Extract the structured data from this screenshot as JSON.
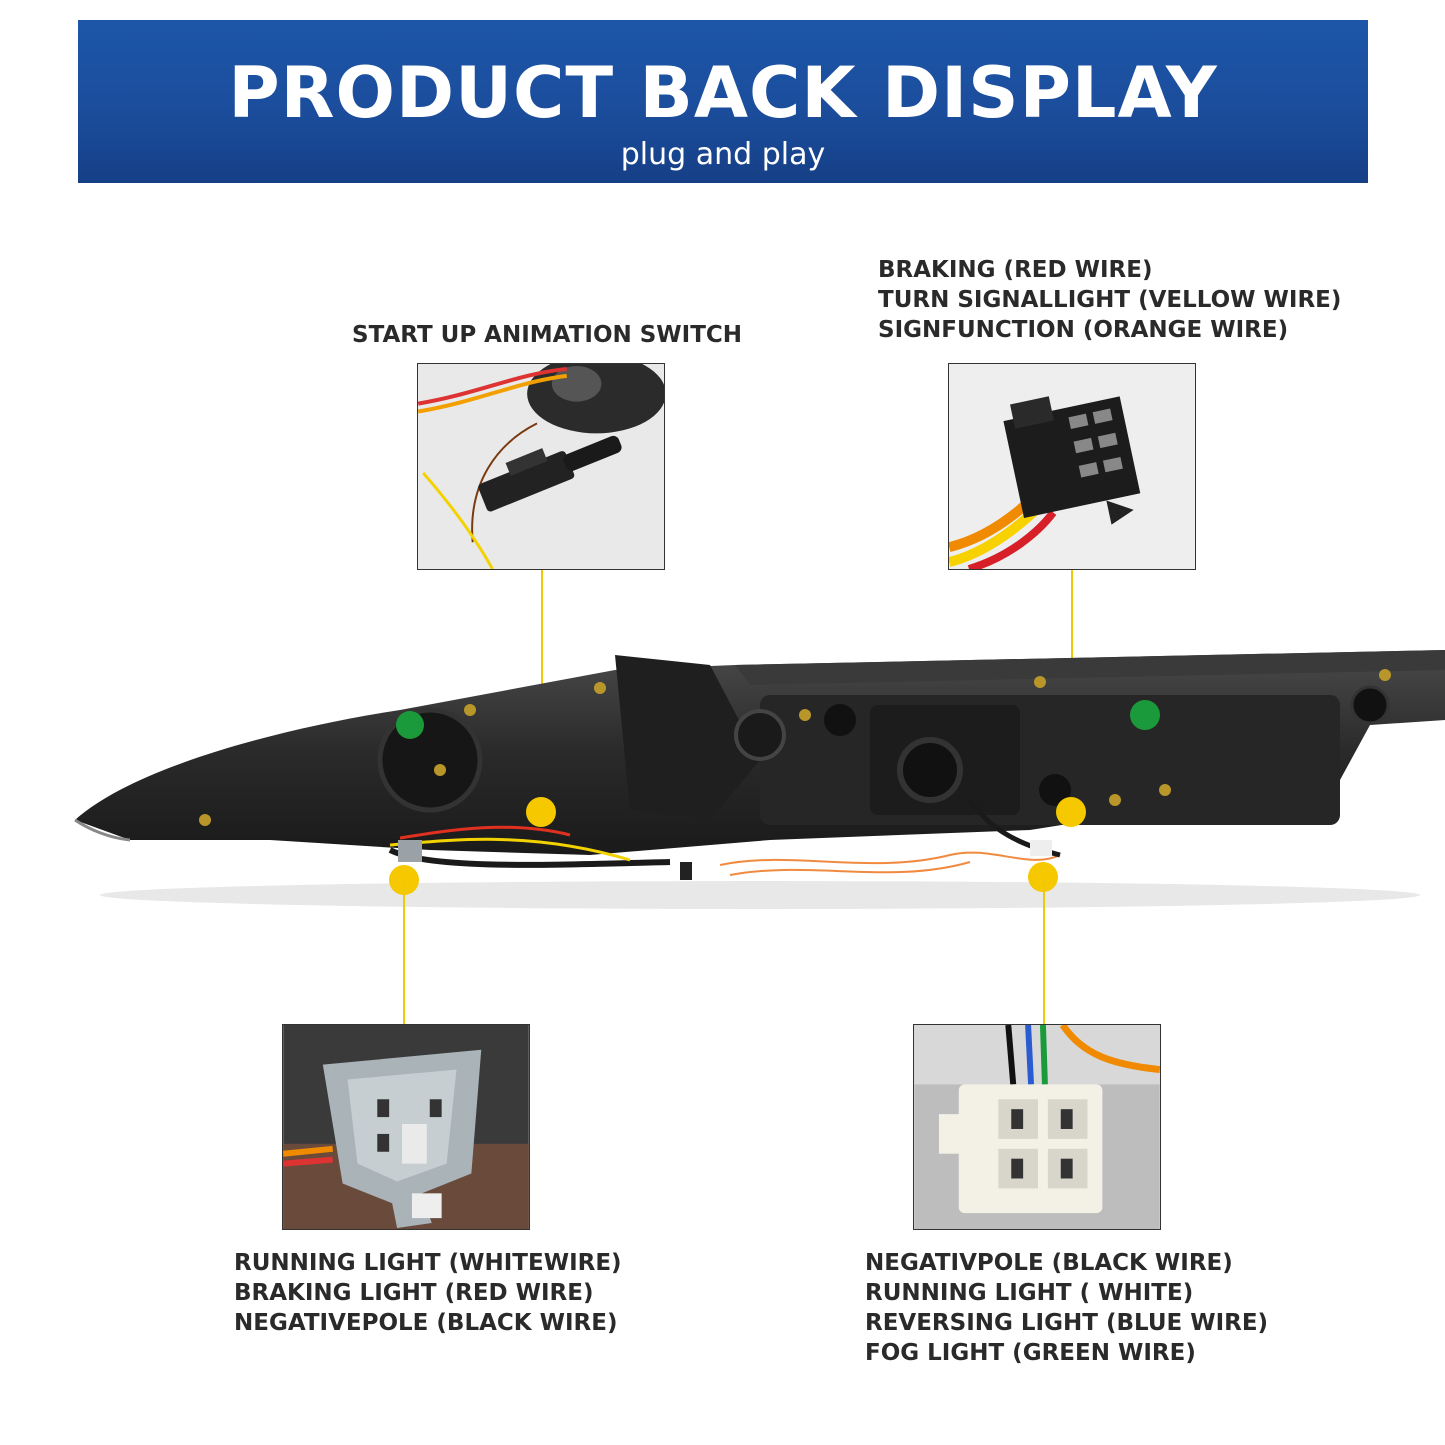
{
  "banner": {
    "title": "PRODUCT BACK DISPLAY",
    "subtitle": "plug and play"
  },
  "callouts": {
    "top_left": {
      "lines": [
        "START UP ANIMATION SWITCH"
      ]
    },
    "top_right": {
      "lines": [
        "BRAKING (RED WIRE)",
        "TURN SIGNALLIGHT (VELLOW WIRE)",
        "SIGNFUNCTION (ORANGE WIRE)"
      ]
    },
    "bottom_left": {
      "lines": [
        "RUNNING LIGHT (WHITEWIRE)",
        "BRAKING LIGHT (RED WIRE)",
        "NEGATIVEPOLE (BLACK WIRE)"
      ]
    },
    "bottom_right": {
      "lines": [
        "NEGATIVPOLE (BLACK WIRE)",
        "RUNNING LIGHT ( WHITE)",
        "REVERSING LIGHT (BLUE WIRE)",
        "FOG LIGHT (GREEN WIRE)"
      ]
    }
  },
  "colors": {
    "banner": "#1b4d9c",
    "marker": "#f5c800",
    "text": "#2a2a2a"
  },
  "icons": {
    "photo_top_left": "switch-connector-photo",
    "photo_top_right": "black-socket-photo",
    "photo_bottom_left": "grey-triangle-plug-photo",
    "photo_bottom_right": "white-socket-photo",
    "product": "tail-light-back-photo"
  }
}
